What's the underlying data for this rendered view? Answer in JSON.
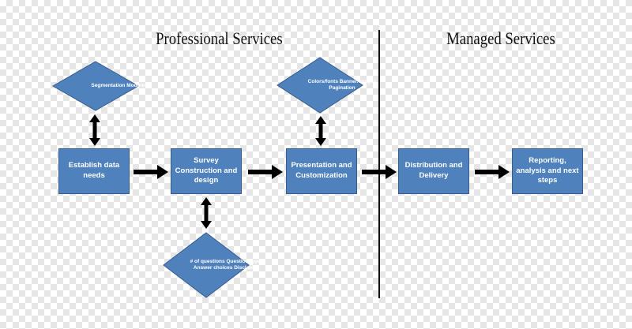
{
  "headers": {
    "professional": "Professional Services",
    "managed": "Managed Services"
  },
  "boxes": {
    "establish": "Establish data needs",
    "survey": "Survey Construction and design",
    "presentation": "Presentation and Customization",
    "distribution": "Distribution and Delivery",
    "reporting": "Reporting, analysis and next steps"
  },
  "diamonds": {
    "segmentation": "Segmentation Modules",
    "colors": "Colors/fonts Banner/images Pagination",
    "questions": "# of questions Question types Answer choices Disclaimer"
  },
  "colors": {
    "shape_fill": "#4f81bd",
    "shape_border": "#385d8a",
    "arrow": "#000000"
  }
}
